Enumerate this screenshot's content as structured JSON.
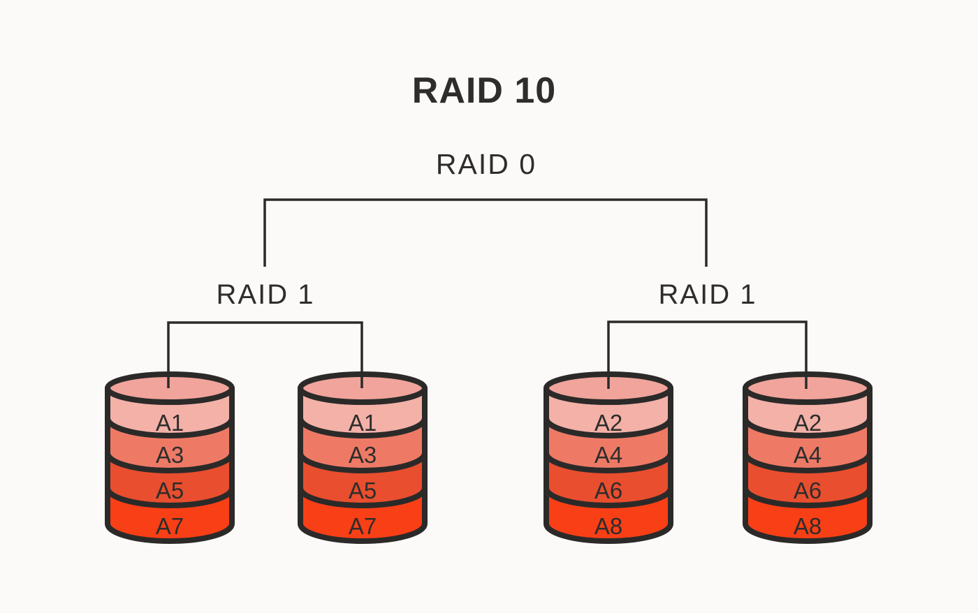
{
  "title": "RAID 10",
  "tree": {
    "root_label": "RAID 0",
    "groups": [
      {
        "label": "RAID 1",
        "disks": [
          {
            "blocks": [
              "A1",
              "A3",
              "A5",
              "A7"
            ]
          },
          {
            "blocks": [
              "A1",
              "A3",
              "A5",
              "A7"
            ]
          }
        ]
      },
      {
        "label": "RAID 1",
        "disks": [
          {
            "blocks": [
              "A2",
              "A4",
              "A6",
              "A8"
            ]
          },
          {
            "blocks": [
              "A2",
              "A4",
              "A6",
              "A8"
            ]
          }
        ]
      }
    ]
  },
  "colors": {
    "background": "#fbfaf8",
    "line": "#2b2a29",
    "text": "#2e2d2c",
    "disk_top": "#f1a49b",
    "block_colors": [
      "#f3b1a8",
      "#ee7a66",
      "#e94e2e",
      "#f83f16"
    ]
  }
}
